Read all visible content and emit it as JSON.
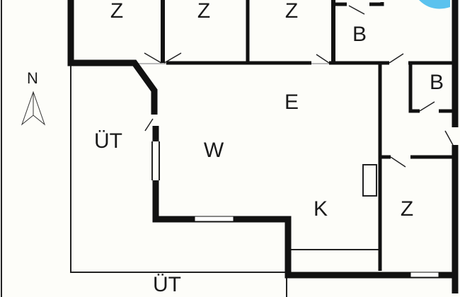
{
  "rooms": {
    "z1": "Z",
    "z2": "Z",
    "z3": "Z",
    "b1": "B",
    "b2": "B",
    "e": "E",
    "w": "W",
    "k": "K",
    "z4": "Z",
    "ut": "ÜT",
    "ut_bottom": "ÜT"
  },
  "compass": {
    "label": "N"
  },
  "colors": {
    "wall": "#111111",
    "pool": "#5bc2ee",
    "background": "#fdfdf9"
  }
}
